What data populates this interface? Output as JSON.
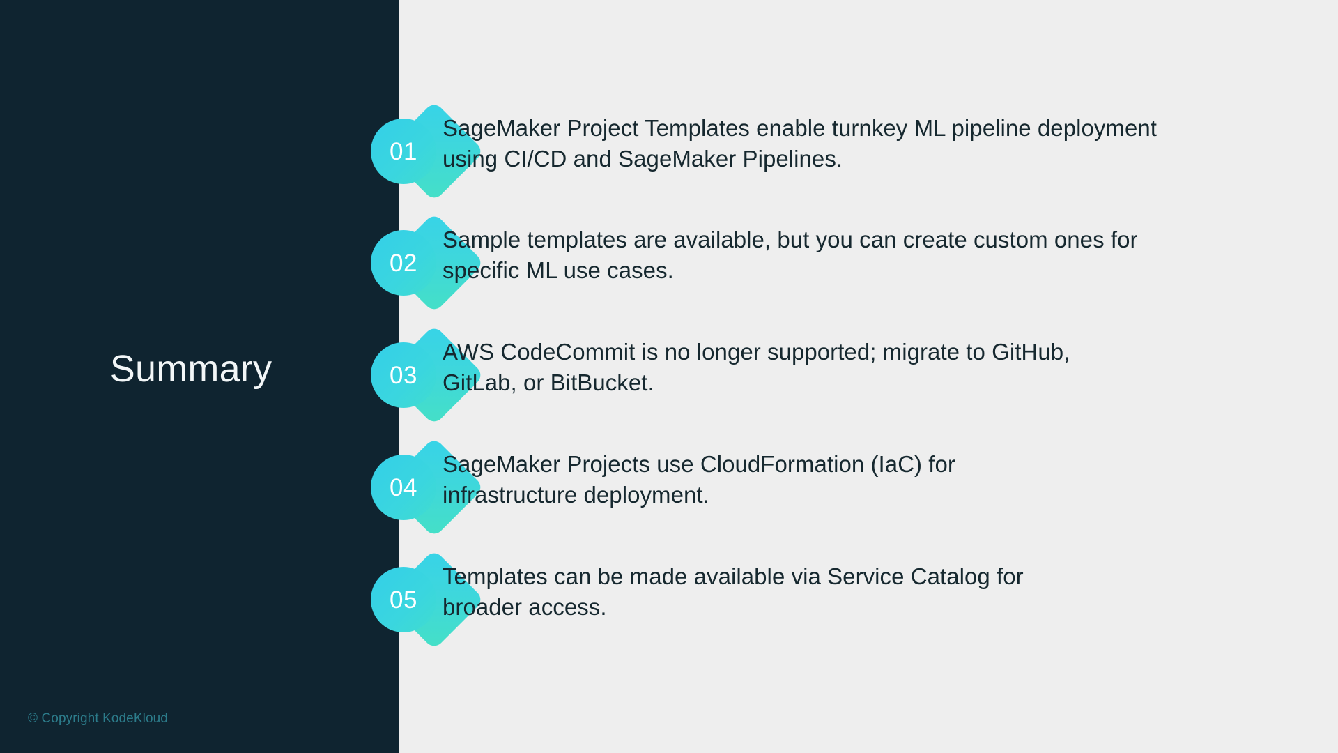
{
  "slide": {
    "title": "Summary",
    "copyright": "© Copyright KodeKloud",
    "colors": {
      "panel_dark": "#0F2430",
      "panel_light": "#EEEEEE",
      "title_text": "#F2F6F7",
      "body_text": "#16282F",
      "copyright_text": "#2C7C8B",
      "badge_gradient_start": "#34CFE8",
      "badge_gradient_end": "#45E0C6",
      "badge_number_text": "#FFFFFF"
    }
  },
  "items": [
    {
      "number": "01",
      "line1": "SageMaker Project Templates enable turnkey ML pipeline deployment",
      "line2": "using CI/CD and SageMaker Pipelines."
    },
    {
      "number": "02",
      "line1": "Sample templates are available, but you can create custom ones for",
      "line2": "specific ML use cases."
    },
    {
      "number": "03",
      "line1": "AWS CodeCommit is no longer supported; migrate to GitHub,",
      "line2": "GitLab, or BitBucket."
    },
    {
      "number": "04",
      "line1": "SageMaker Projects use CloudFormation (IaC) for",
      "line2": "infrastructure deployment."
    },
    {
      "number": "05",
      "line1": "Templates can be made available via Service Catalog for",
      "line2": "broader access."
    }
  ]
}
